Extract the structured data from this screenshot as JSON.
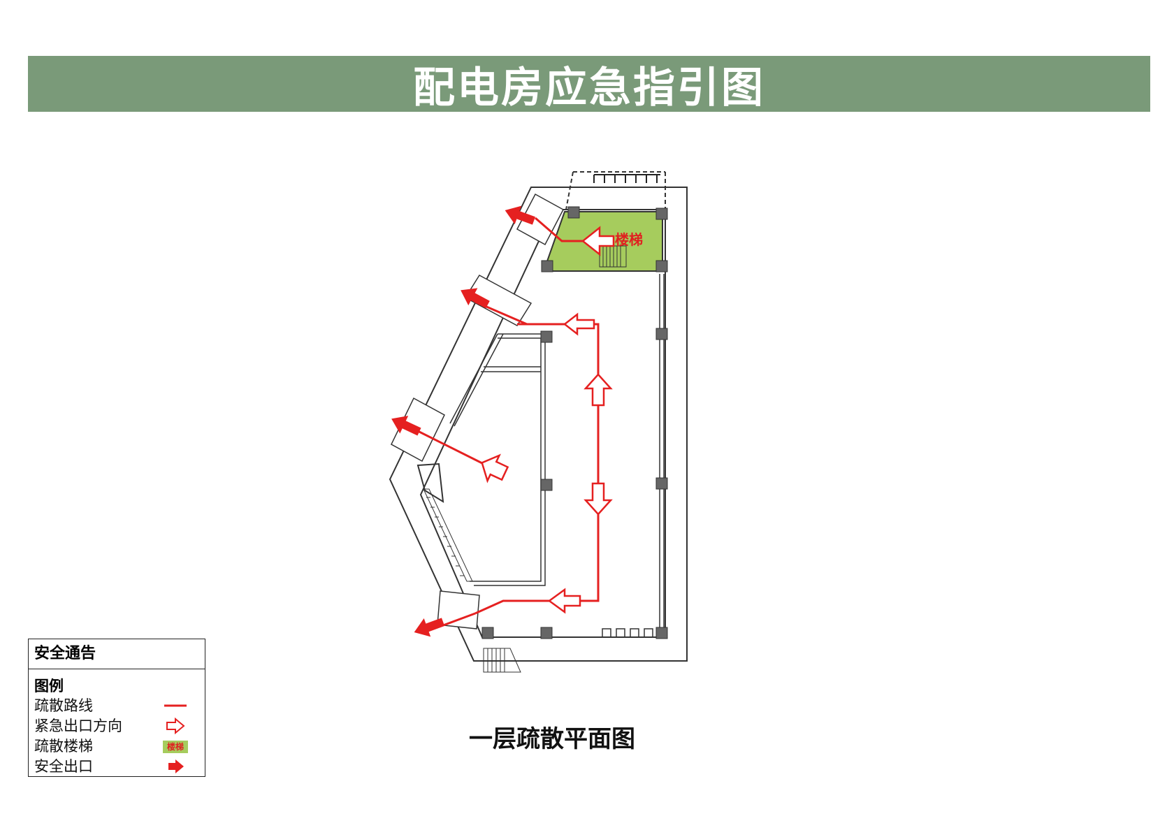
{
  "header": {
    "title": "配电房应急指引图"
  },
  "plan": {
    "stair_label": "楼梯",
    "floor_label": "一层疏散平面图"
  },
  "legend": {
    "header": "安全通告",
    "subtitle": "图例",
    "items": [
      {
        "label": "疏散路线",
        "symbol": "route-line-icon"
      },
      {
        "label": "紧急出口方向",
        "symbol": "hollow-arrow-icon"
      },
      {
        "label": "疏散楼梯",
        "symbol": "stair-chip",
        "chip_text": "楼梯"
      },
      {
        "label": "安全出口",
        "symbol": "solid-arrow-icon"
      }
    ]
  },
  "colors": {
    "title_bar": "#7a9a79",
    "route": "#e52020",
    "stair_fill": "#a6cc5d",
    "wall": "#333333",
    "column": "#666666"
  }
}
